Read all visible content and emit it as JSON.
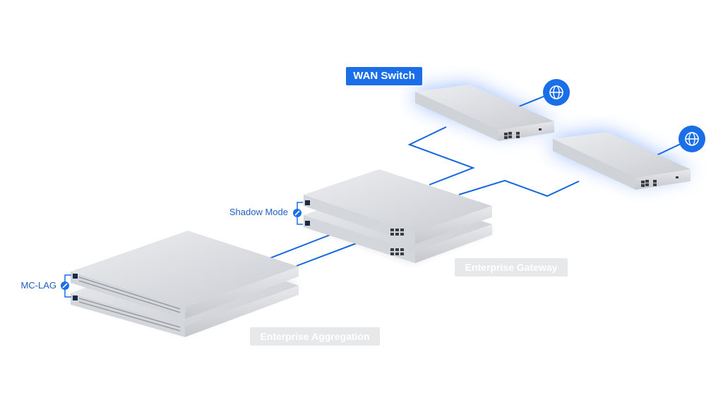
{
  "labels": {
    "wan_switch": "WAN Switch",
    "enterprise_gateway": "Enterprise Gateway",
    "enterprise_aggregation": "Enterprise Aggregation",
    "shadow_mode": "Shadow Mode",
    "mc_lag": "MC-LAG"
  },
  "icons": {
    "internet": "globe-icon",
    "link": "link-icon"
  },
  "colors": {
    "accent_blue": "#1a6fe8",
    "connection_line": "#1566e0",
    "glow": "#3d7dff",
    "device_body": "#d9dbdf",
    "label_grey": "#e7e8ea",
    "text_blue": "#1f5fbf"
  }
}
